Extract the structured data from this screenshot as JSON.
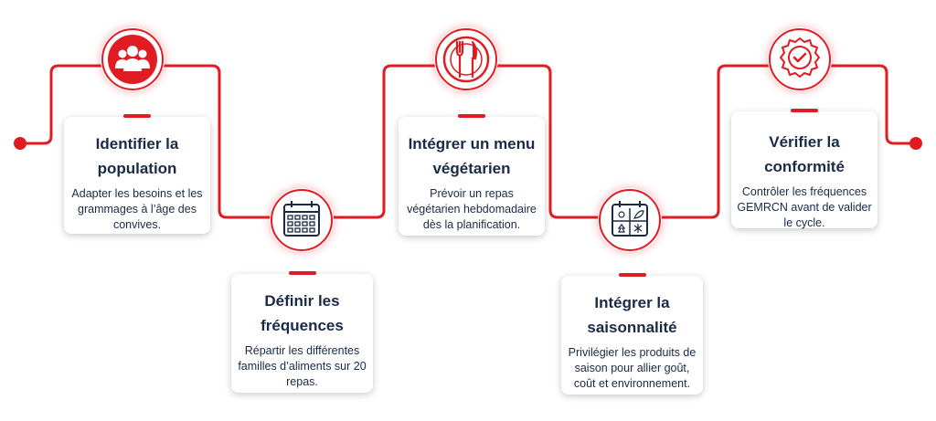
{
  "colors": {
    "accent": "#e11b22",
    "text": "#1b2a47"
  },
  "steps": [
    {
      "title_l1": "Identifier la",
      "title_l2": "population",
      "desc_l1": "Adapter les besoins et les",
      "desc_l2": "grammages à l’âge des",
      "desc_l3": "convives.",
      "icon": "group-icon"
    },
    {
      "title_l1": "Définir les",
      "title_l2": "fréquences",
      "desc_l1": "Répartir les différentes",
      "desc_l2": "familles d’aliments sur 20",
      "desc_l3": "repas.",
      "icon": "calendar-icon"
    },
    {
      "title_l1": "Intégrer un menu",
      "title_l2": "végétarien",
      "desc_l1": "Prévoir un repas",
      "desc_l2": "végétarien hebdomadaire",
      "desc_l3": "dès la planification.",
      "icon": "plate-cutlery-icon"
    },
    {
      "title_l1": "Intégrer la",
      "title_l2": "saisonnalité",
      "desc_l1": "Privilégier les produits de",
      "desc_l2": "saison pour allier goût,",
      "desc_l3": "coût et environnement.",
      "icon": "seasons-calendar-icon"
    },
    {
      "title_l1": "Vérifier la",
      "title_l2": "conformité",
      "desc_l1": "Contrôler les fréquences",
      "desc_l2": "GEMRCN avant de valider",
      "desc_l3": "le cycle.",
      "icon": "certified-check-icon"
    }
  ]
}
